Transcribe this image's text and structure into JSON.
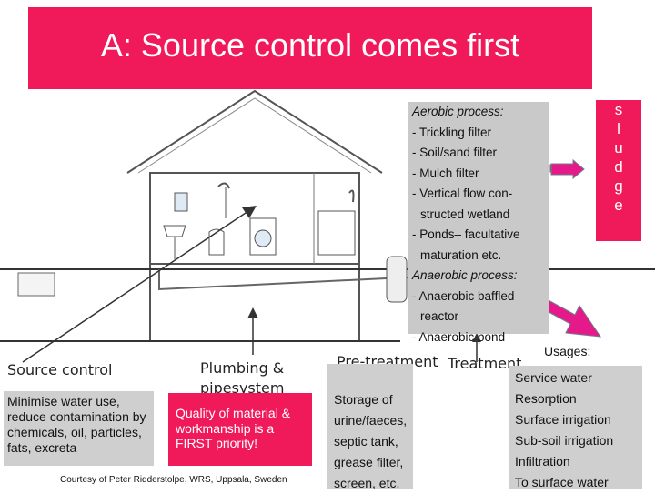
{
  "title": "A: Source control comes first",
  "sludge": [
    "s",
    "l",
    "u",
    "d",
    "g",
    "e"
  ],
  "process_lines": [
    {
      "text": "Aerobic process:",
      "style": "head"
    },
    {
      "text": "- Trickling filter",
      "style": ""
    },
    {
      "text": "- Soil/sand filter",
      "style": ""
    },
    {
      "text": "- Mulch filter",
      "style": ""
    },
    {
      "text": "- Vertical flow con-",
      "style": ""
    },
    {
      "text": "structed wetland",
      "style": "ind"
    },
    {
      "text": "- Ponds– facultative",
      "style": ""
    },
    {
      "text": "maturation etc.",
      "style": "ind"
    },
    {
      "text": "Anaerobic process:",
      "style": "head"
    },
    {
      "text": "- Anaerobic baffled",
      "style": ""
    },
    {
      "text": "reactor",
      "style": "ind"
    },
    {
      "text": "- Anaerobic pond",
      "style": ""
    }
  ],
  "stages": {
    "source_control": "Source control",
    "plumbing_line1": "Plumbing &",
    "plumbing_line2": "pipesystem",
    "pretreatment": "Pre-treatment",
    "treatment": "Treatment"
  },
  "boxes": {
    "minimise": "Minimise water use, reduce contamination by chemicals, oil, particles, fats, excreta",
    "quality": "Quality of material & workmanship is a FIRST priority!",
    "storage": "Storage of urine/faeces, septic tank, grease filter, screen, etc."
  },
  "usages_label": "Usages:",
  "usages": [
    "Service water",
    "Resorption",
    "Surface irrigation",
    "Sub-soil irrigation",
    "Infiltration",
    "To surface water"
  ],
  "credit": "Courtesy of Peter Ridderstolpe, WRS, Uppsala, Sweden",
  "colors": {
    "accent": "#f0195a",
    "box_gray": "#cfcfcf",
    "process_gray": "#c9c9c9"
  }
}
